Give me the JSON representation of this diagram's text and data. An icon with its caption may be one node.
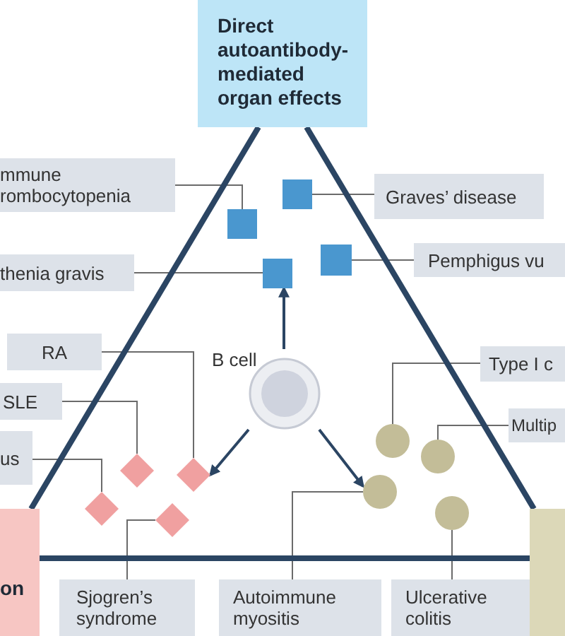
{
  "diagram": {
    "nodes": [
      {
        "text": [
          "Direct autoantibody-mediated organ effects"
        ]
      },
      {
        "text": [
          "mmune rombocytopenia"
        ]
      },
      {
        "text": [
          "Graves’ disease"
        ]
      },
      {
        "text": [
          "thenia gravis"
        ]
      },
      {
        "text": [
          "Pemphigus vu"
        ]
      },
      {
        "text": [],
        "shape": "box"
      },
      {
        "text": [],
        "shape": "box"
      },
      {
        "text": [],
        "shape": "box"
      },
      {
        "text": [],
        "shape": "box"
      },
      {
        "text": [
          "B cell"
        ]
      },
      {
        "text": [
          "RA"
        ]
      },
      {
        "text": [
          "SLE"
        ]
      },
      {
        "text": [
          "us"
        ]
      },
      {
        "text": [
          "Type I c"
        ]
      },
      {
        "text": [
          "Multip"
        ]
      },
      {
        "text": [],
        "shape": "diamond"
      },
      {
        "text": [],
        "shape": "diamond"
      },
      {
        "text": [],
        "shape": "diamond"
      },
      {
        "text": [],
        "shape": "diamond"
      },
      {
        "text": [],
        "shape": "circle"
      },
      {
        "text": [],
        "shape": "circle"
      },
      {
        "text": [],
        "shape": "circle"
      },
      {
        "text": [],
        "shape": "circle"
      },
      {
        "text": [
          "Sjogren’s syndrome"
        ]
      },
      {
        "text": [
          "Autoimmune myositis"
        ]
      },
      {
        "text": [
          "Ulcerative colitis"
        ]
      },
      {
        "text": [
          "on"
        ]
      },
      {
        "text": [],
        "shape": "box"
      }
    ],
    "edges": [
      {
        "from": 1,
        "to": 5,
        "arrow": "none"
      },
      {
        "from": 2,
        "to": 7,
        "arrow": "none"
      },
      {
        "from": 3,
        "to": 6,
        "arrow": "none"
      },
      {
        "from": 4,
        "to": 8,
        "arrow": "none"
      },
      {
        "from": 10,
        "to": 18,
        "arrow": "none"
      },
      {
        "from": 11,
        "to": 16,
        "arrow": "none"
      },
      {
        "from": 12,
        "to": 15,
        "arrow": "none"
      },
      {
        "from": 23,
        "to": 17,
        "arrow": "none"
      },
      {
        "from": 13,
        "to": 20,
        "arrow": "none"
      },
      {
        "from": 14,
        "to": 21,
        "arrow": "none"
      },
      {
        "from": 24,
        "to": 19,
        "arrow": "none"
      },
      {
        "from": 25,
        "to": 22,
        "arrow": "none"
      },
      {
        "from": 9,
        "to": 6,
        "arrow": "to",
        "color": "#2b4563"
      },
      {
        "from": 9,
        "to": 18,
        "arrow": "to",
        "color": "#2b4563"
      },
      {
        "from": 9,
        "to": 19,
        "arrow": "to",
        "color": "#2b4563"
      },
      {
        "from": 0,
        "to": 26,
        "arrow": "none",
        "style": "thick",
        "color": "#2b4563"
      },
      {
        "from": 0,
        "to": 27,
        "arrow": "none",
        "style": "thick",
        "color": "#2b4563"
      },
      {
        "from": 26,
        "to": 27,
        "arrow": "none",
        "style": "thick",
        "color": "#2b4563"
      }
    ]
  }
}
